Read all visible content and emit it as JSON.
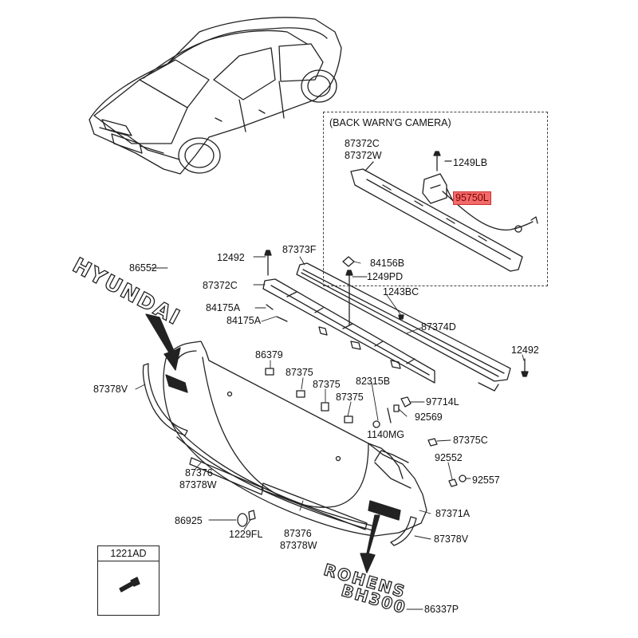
{
  "camera_box": {
    "title": "(BACK WARN'G CAMERA)"
  },
  "ref_box": {
    "header": "1221AD"
  },
  "emblems": {
    "brand": "HYUNDAI",
    "model_line1": "ROHENS",
    "model_line2": "BH300"
  },
  "labels": {
    "c87372c_top": "87372C",
    "c87372w_top": "87372W",
    "c1249lb": "1249LB",
    "c95750l": "95750L",
    "c86552": "86552",
    "c12492_left": "12492",
    "c87373f": "87373F",
    "c84156b": "84156B",
    "c1249pd": "1249PD",
    "c87372c_mid": "87372C",
    "c1243bc": "1243BC",
    "c84175a_1": "84175A",
    "c84175a_2": "84175A",
    "c87374d": "87374D",
    "c12492_right": "12492",
    "c86379": "86379",
    "c87378v_left": "87378V",
    "c87375_a": "87375",
    "c87375_b": "87375",
    "c82315b": "82315B",
    "c87375_c": "87375",
    "c97714l": "97714L",
    "c92569": "92569",
    "c1140mg": "1140MG",
    "c87375c": "87375C",
    "c87376_left": "87376",
    "c87378w_left": "87378W",
    "c92552": "92552",
    "c92557": "92557",
    "c87371a": "87371A",
    "c86925": "86925",
    "c1229fl": "1229FL",
    "c87376_bottom": "87376",
    "c87378w_bottom": "87378W",
    "c87378v_right": "87378V",
    "c86337p": "86337P"
  },
  "highlight_color": "#f26a6a"
}
